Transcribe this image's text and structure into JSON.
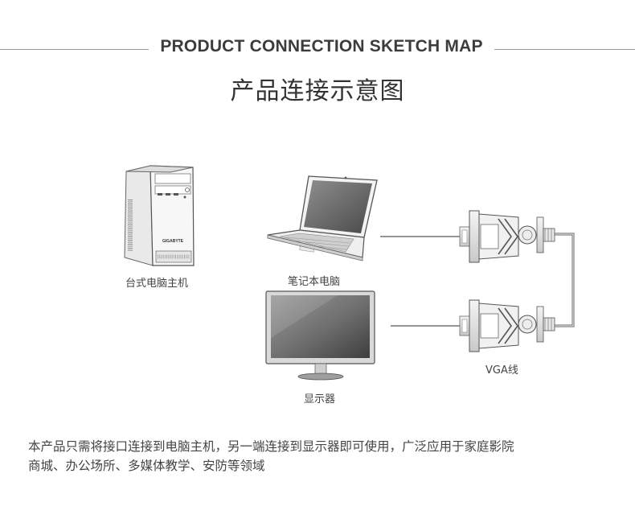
{
  "header": {
    "title_en": "PRODUCT CONNECTION SKETCH MAP",
    "title_cn": "产品连接示意图"
  },
  "devices": {
    "desktop_label": "台式电脑主机",
    "desktop_brand": "GIGABYTE",
    "laptop_label": "笔记本电脑",
    "monitor_label": "显示器",
    "cable_label": "VGA线"
  },
  "description": {
    "line1": "本产品只需将接口连接到电脑主机，另一端连接到显示器即可使用，广泛应用于家庭影院",
    "line2": "商城、办公场所、多媒体教学、安防等领域"
  }
}
